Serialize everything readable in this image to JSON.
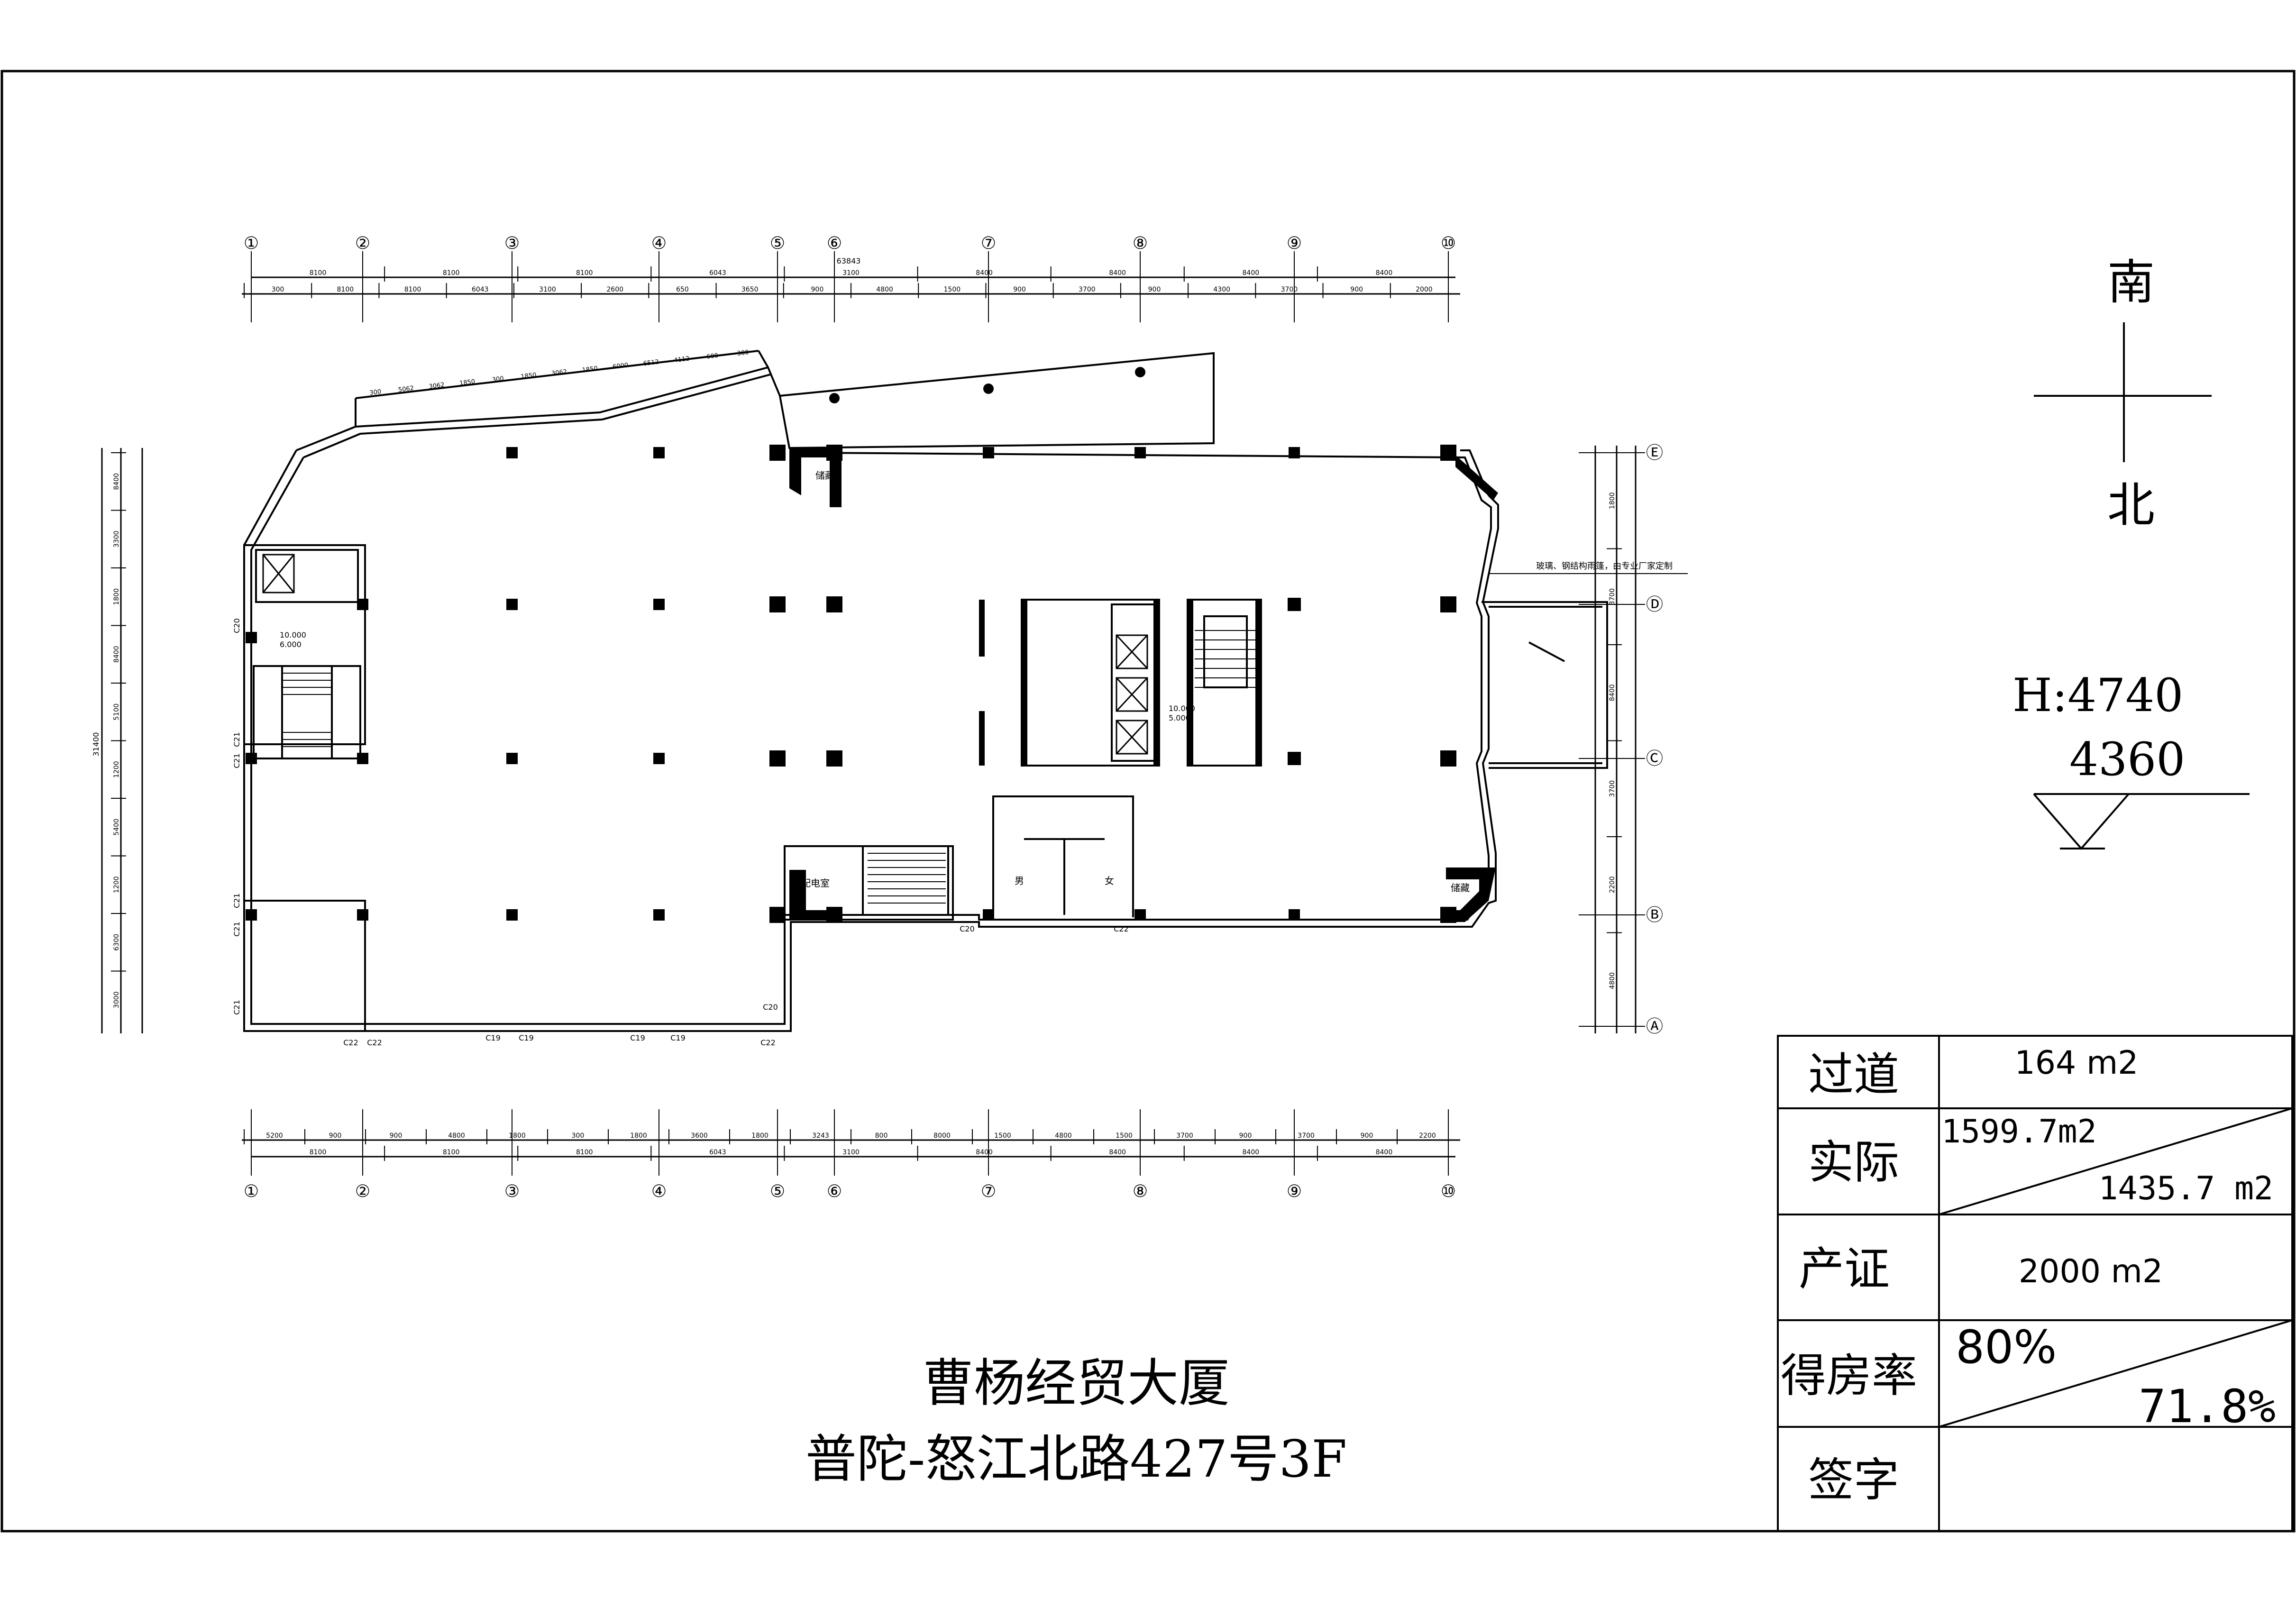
{
  "compass": {
    "south": "南",
    "north": "北"
  },
  "elevation": {
    "h_label": "H:4740",
    "h_sub": "4360"
  },
  "title": {
    "line1": "曹杨经贸大厦",
    "line2": "普陀-怒江北路427号3F"
  },
  "axes_top": [
    "①",
    "②",
    "③",
    "④",
    "⑤",
    "⑥",
    "⑦",
    "⑧",
    "⑨",
    "⑩"
  ],
  "axes_right": [
    "Ⓔ",
    "Ⓓ",
    "Ⓒ",
    "Ⓑ",
    "Ⓐ"
  ],
  "dims_top_row1": [
    "8100",
    "8100",
    "8100",
    "6043",
    "3100",
    "8400",
    "8400",
    "8400",
    "8400"
  ],
  "dims_top_row2": [
    "300",
    "8100",
    "8100",
    "6043",
    "3100",
    "2600",
    "650",
    "3650",
    "900",
    "4800",
    "1500",
    "900",
    "3700",
    "900",
    "4300",
    "3700",
    "900",
    "2000"
  ],
  "dims_bottom_row1": [
    "5200",
    "900",
    "900",
    "4800",
    "1800",
    "300",
    "1800",
    "3600",
    "1800",
    "3243",
    "800",
    "8000",
    "1500",
    "4800",
    "1500",
    "3700",
    "900",
    "3700",
    "900",
    "2200"
  ],
  "dims_bottom_row2": [
    "8100",
    "8100",
    "8100",
    "6043",
    "3100",
    "8400",
    "8400",
    "8400",
    "8400"
  ],
  "dims_left": [
    "8400",
    "3300",
    "1800",
    "8400",
    "5100",
    "1200",
    "5400",
    "1200",
    "6300",
    "3000"
  ],
  "dims_right": [
    "1800",
    "3700",
    "8400",
    "3700",
    "2200",
    "4800"
  ],
  "dim_overall_top": "63843",
  "dim_overall_side": "31400",
  "slope_dims": [
    "300",
    "5062",
    "3062",
    "1850",
    "300",
    "1850",
    "3062",
    "1850",
    "6000",
    "6512",
    "4112",
    "600",
    "300"
  ],
  "room_labels": {
    "store1": "储藏",
    "store2": "储藏",
    "power_room": "配电室",
    "male_wc": "男",
    "female_wc": "女",
    "elev_level1": "10.000",
    "elev_level2": "5.000",
    "elev_level3": "10.000",
    "elev_level4": "6.000",
    "curtain_note": "玻璃、钢结构雨篷，由专业厂家定制"
  },
  "window_tags": [
    "C20",
    "C21",
    "C21",
    "C21",
    "C21",
    "C21",
    "C22",
    "C22",
    "C19",
    "C19",
    "C19",
    "C19",
    "C22",
    "C20",
    "C20",
    "C22"
  ],
  "area_table": {
    "rows": [
      {
        "label": "过道",
        "value": "164 m2"
      },
      {
        "label": "实际",
        "value_top": "1599.7m2",
        "value_bottom": "1435.7 m2"
      },
      {
        "label": "产证",
        "value": "2000 m2"
      },
      {
        "label": "得房率",
        "value_top": "80%",
        "value_bottom": "71.8%"
      },
      {
        "label": "签字",
        "value": ""
      }
    ]
  }
}
